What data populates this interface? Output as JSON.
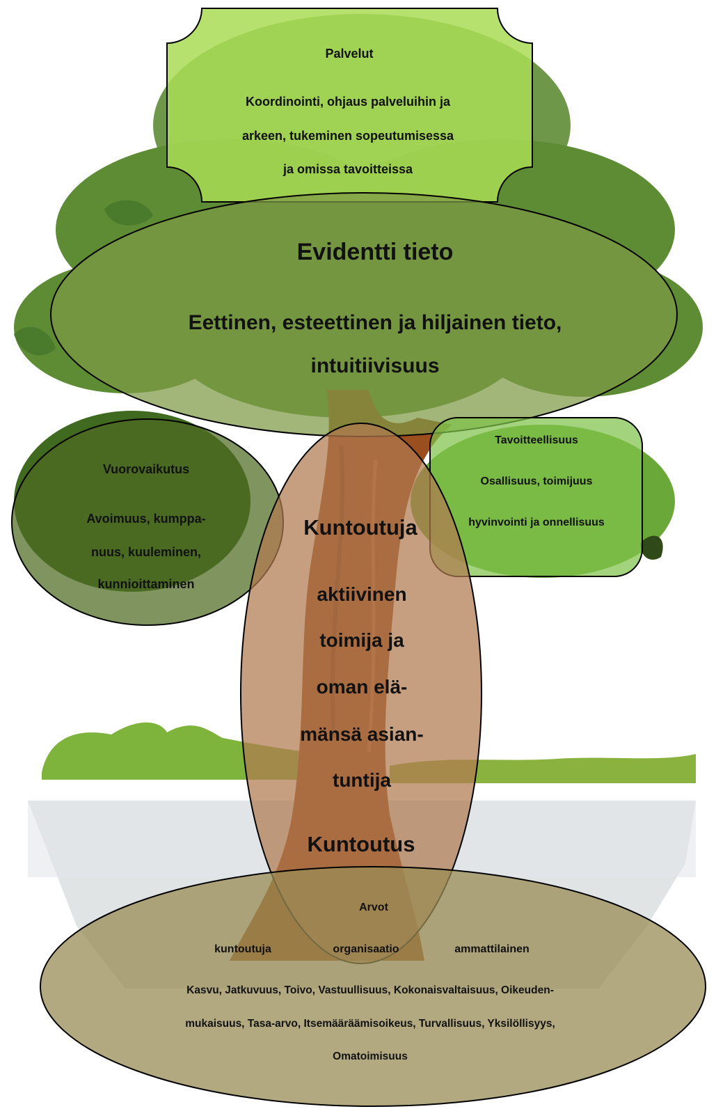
{
  "colors": {
    "top_box": "#a9dc55",
    "evidence_ellipse": "#7e9a45",
    "left_circle": "#4f6b22",
    "right_box": "#7fc24a",
    "trunk_ellipse": "#b07a50",
    "bottom_ellipse": "#9a8c55",
    "tree_trunk": "#9b4e1e",
    "foliage": "#5e8c35",
    "hill": "#7fb43c"
  },
  "icons": {
    "tree": "tree-illustration"
  },
  "palvelut": {
    "title": "Palvelut",
    "lines": [
      "Koordinointi, ohjaus palveluihin ja",
      "arkeen, tukeminen sopeutumisessa",
      "ja omissa tavoitteissa"
    ]
  },
  "evidentti": {
    "title": "Evidentti tieto",
    "lines": [
      "Eettinen, esteettinen ja hiljainen tieto,",
      "intuitiivisuus"
    ]
  },
  "vuorovaikutus": {
    "title": "Vuorovaikutus",
    "lines": [
      "Avoimuus, kumppa-",
      "nuus, kuuleminen,",
      "kunnioittaminen"
    ]
  },
  "tavoitteellisuus": {
    "title": "Tavoitteellisuus",
    "lines": [
      "Osallisuus, toimijuus",
      "hyvinvointi ja onnellisuus"
    ]
  },
  "kuntoutuja": {
    "title": "Kuntoutuja",
    "lines": [
      "aktiivinen",
      "toimija ja",
      "oman elä-",
      "mänsä asian-",
      "tuntija"
    ],
    "footer": "Kuntoutus"
  },
  "arvot": {
    "title": "Arvot",
    "parties": [
      "kuntoutuja",
      "organisaatio",
      "ammattilainen"
    ],
    "lines": [
      "Kasvu, Jatkuvuus, Toivo, Vastuullisuus, Kokonaisvaltaisuus, Oikeuden-",
      "mukaisuus, Tasa-arvo, Itsemääräämisoikeus, Turvallisuus, Yksilöllisyys,",
      "Omatoimisuus"
    ]
  }
}
